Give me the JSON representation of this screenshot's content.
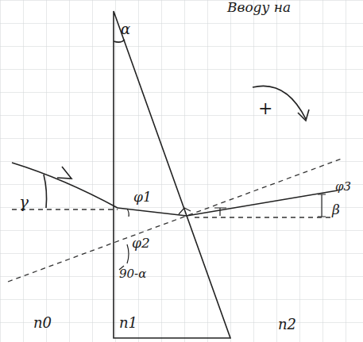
{
  "diagram": {
    "labels": [
      "Ввоgу на",
      "α",
      "+",
      "γ",
      "φ1",
      "φ2",
      "90-α",
      "φ3",
      "β",
      "n0",
      "n1",
      "n2"
    ]
  }
}
